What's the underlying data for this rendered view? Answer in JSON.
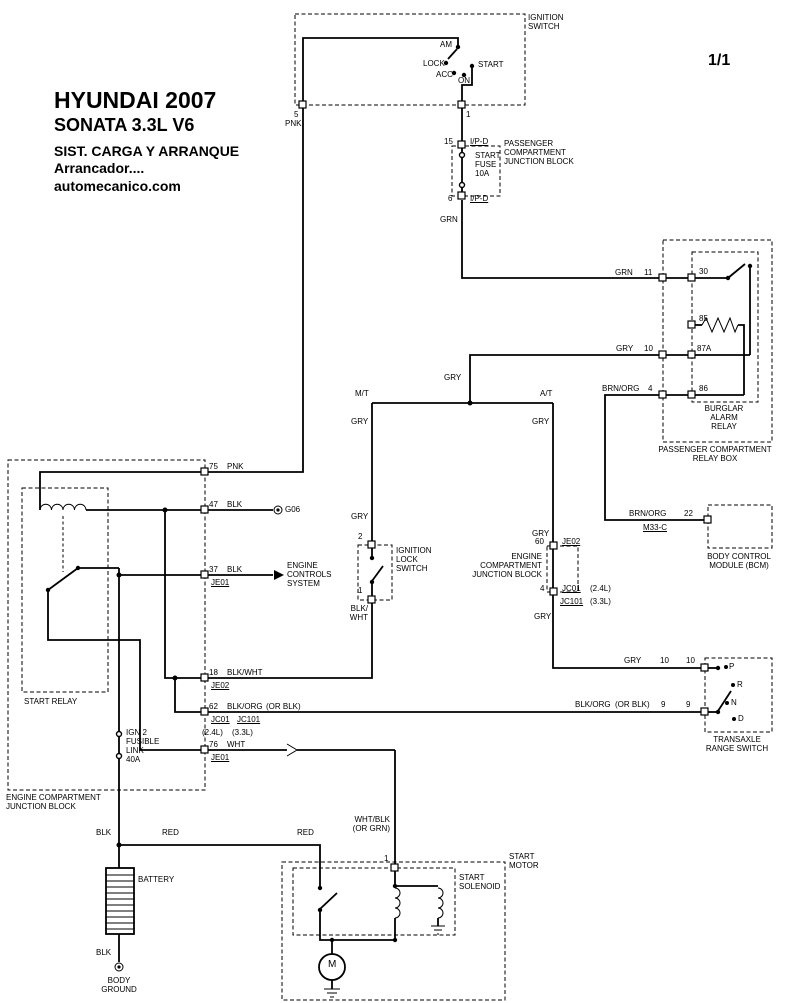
{
  "colors": {
    "ink": "#000000",
    "background": "#ffffff"
  },
  "title": {
    "line1": "HYUNDAI 2007",
    "line2": "SONATA  3.3L  V6",
    "line3": "SIST. CARGA Y ARRANQUE",
    "line4": "Arrancador....",
    "line5": "automecanico.com"
  },
  "page_number": "1/1",
  "ignition_switch": {
    "label": "IGNITION\nSWITCH",
    "am": "AM",
    "lock": "LOCK",
    "acc": "ACC",
    "on": "ON",
    "start": "START",
    "pin5": "5",
    "pin5_wire": "PNK",
    "pin1": "1"
  },
  "passenger_junction_block": {
    "pin15": "15",
    "conn15": "I/P-D",
    "fuse": "START\nFUSE\n10A",
    "label": "PASSENGER\nCOMPARTMENT\nJUNCTION BLOCK",
    "pin6": "6",
    "conn6": "I/P-D",
    "wire_out": "GRN"
  },
  "burglar_alarm_relay": {
    "wire30": "GRN",
    "cav30": "11",
    "pin30": "30",
    "pin85": "85",
    "wire87a": "GRY",
    "cav87a": "10",
    "pin87a": "87A",
    "wire86": "BRN/ORG",
    "cav86": "4",
    "pin86": "86",
    "label": "BURGLAR ALARM\nRELAY",
    "box_label": "PASSENGER COMPARTMENT\nRELAY BOX"
  },
  "body_control_module": {
    "wire": "BRN/ORG",
    "cav": "22",
    "conn": "M33-C",
    "label": "BODY CONTROL\nMODULE (BCM)"
  },
  "gry_branch": {
    "wire": "GRY",
    "mt": "M/T",
    "at": "A/T",
    "mt_wire": "GRY",
    "at_wire": "GRY",
    "mt_wire2": "GRY",
    "at_wire2": "GRY"
  },
  "ignition_lock_switch": {
    "pin2": "2",
    "label": "IGNITION\nLOCK\nSWITCH",
    "pin1": "1",
    "wire_out": "BLK/\nWHT"
  },
  "engine_junction_block_right": {
    "pin60": "60",
    "conn60": "JE02",
    "pin4": "4",
    "conn4a": "JC01",
    "note4a": "(2.4L)",
    "conn4b": "JC101",
    "note4b": "(3.3L)",
    "label": "ENGINE\nCOMPARTMENT\nJUNCTION BLOCK",
    "wire_out": "GRY"
  },
  "transaxle_range_switch": {
    "wire_in": "GRY",
    "cav_in1": "10",
    "cav_in2": "10",
    "wire_out": "BLK/ORG",
    "note_out": "(OR BLK)",
    "cav_out1": "9",
    "cav_out2": "9",
    "pos_p": "P",
    "pos_r": "R",
    "pos_n": "N",
    "pos_d": "D",
    "label": "TRANSAXLE\nRANGE SWITCH"
  },
  "engine_junction_block_left": {
    "pin75": "75",
    "wire75": "PNK",
    "pin47": "47",
    "wire47": "BLK",
    "ground": "G06",
    "pin37": "37",
    "wire37": "BLK",
    "conn37": "JE01",
    "dest37": "ENGINE\nCONTROLS\nSYSTEM",
    "pin18": "18",
    "wire18": "BLK/WHT",
    "conn18": "JE02",
    "pin62": "62",
    "wire62": "BLK/ORG",
    "note62": "(OR BLK)",
    "conn62a": "JC01",
    "conn62b": "JC101",
    "note62a": "(2.4L)",
    "note62b": "(3.3L)",
    "pin76": "76",
    "wire76": "WHT",
    "conn76": "JE01",
    "fusible_link": "IGN 2\nFUSIBLE\nLINK\n40A",
    "start_relay_label": "START RELAY",
    "label": "ENGINE COMPARTMENT\nJUNCTION BLOCK"
  },
  "battery": {
    "label": "BATTERY",
    "wire_top": "BLK",
    "wire_red_left": "RED",
    "wire_red_right": "RED",
    "wire_bottom": "BLK",
    "ground_label": "BODY\nGROUND"
  },
  "start_motor": {
    "label": "START\nMOTOR",
    "solenoid_label": "START\nSOLENOID",
    "pin1": "1",
    "wire_in": "WHT/BLK\n(OR GRN)",
    "motor_m": "M"
  }
}
